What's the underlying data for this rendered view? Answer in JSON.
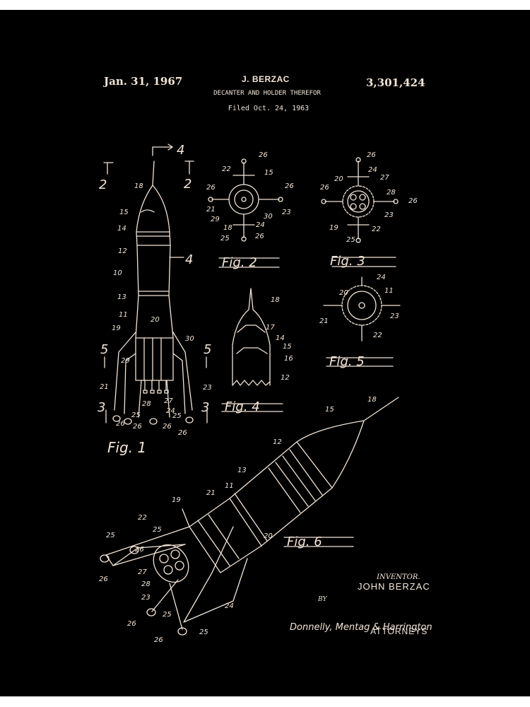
{
  "header": {
    "date": "Jan. 31, 1967",
    "inventor_short": "J. BERZAC",
    "title": "DECANTER AND HOLDER THEREFOR",
    "filed": "Filed Oct. 24, 1963",
    "patent_number": "3,301,424"
  },
  "figures": {
    "fig1": "Fig. 1",
    "fig2": "Fig. 2",
    "fig3": "Fig. 3",
    "fig4": "Fig. 4",
    "fig5": "Fig. 5",
    "fig6": "Fig. 6"
  },
  "section_marks": [
    "2",
    "4",
    "5",
    "3"
  ],
  "reference_numerals": {
    "fig1": [
      "18",
      "15",
      "14",
      "12",
      "10",
      "13",
      "11",
      "19",
      "20",
      "29",
      "30",
      "21",
      "28",
      "27",
      "23",
      "24",
      "25",
      "26"
    ],
    "fig2": [
      "22",
      "26",
      "15",
      "29",
      "18",
      "24",
      "30",
      "21",
      "23",
      "25"
    ],
    "fig3": [
      "26",
      "20",
      "27",
      "28",
      "19",
      "22",
      "25",
      "23"
    ],
    "fig4": [
      "18",
      "17",
      "14",
      "15",
      "16",
      "12"
    ],
    "fig5": [
      "24",
      "20",
      "11",
      "21",
      "23",
      "22"
    ],
    "fig6": [
      "18",
      "15",
      "12",
      "13",
      "11",
      "21",
      "19",
      "22",
      "20",
      "25",
      "26",
      "27",
      "28",
      "23",
      "24"
    ]
  },
  "signature": {
    "inventor_label": "INVENTOR.",
    "inventor_name": "JOHN BERZAC",
    "by_label": "BY",
    "attorneys_signature": "Donnelly, Mentag & Harrington",
    "attorneys_label": "ATTORNEYS"
  },
  "colors": {
    "background": "#000000",
    "ink": "#f4e4d6",
    "page_margin": "#ffffff"
  }
}
